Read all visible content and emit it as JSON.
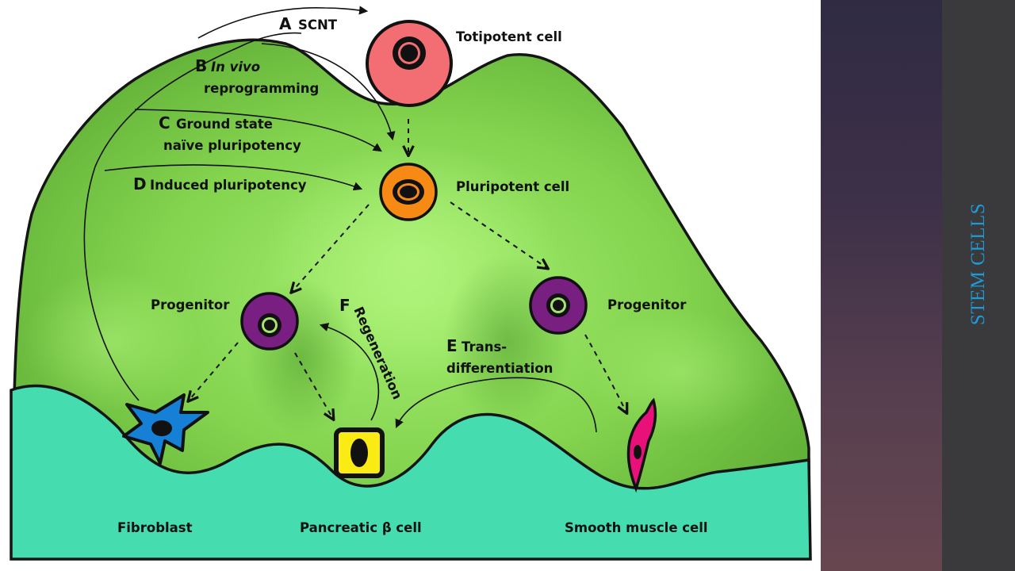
{
  "slide": {
    "side_title": "STEM CELLS",
    "colors": {
      "accent": "#1e9bd7",
      "side_panel_top": "#2f2b43",
      "side_panel_bottom": "#684650",
      "side_bar": "#3a3a3c",
      "landscape_green": "#7dc94a",
      "ground_teal": "#45ddb0"
    }
  },
  "diagram": {
    "cells": {
      "totipotent": "Totipotent cell",
      "pluripotent": "Pluripotent cell",
      "progenitor_left": "Progenitor",
      "progenitor_right": "Progenitor",
      "fibroblast": "Fibroblast",
      "pancreatic": "Pancreatic β cell",
      "smooth_muscle": "Smooth muscle cell"
    },
    "processes": {
      "a_letter": "A",
      "a_text": "SCNT",
      "b_letter": "B",
      "b_line1": "In vivo",
      "b_line2": "reprogramming",
      "c_letter": "C",
      "c_line1": "Ground state",
      "c_line2": "naïve pluripotency",
      "d_letter": "D",
      "d_text": "Induced pluripotency",
      "e_letter": "E",
      "e_line1": "Trans-",
      "e_line2": "differentiation",
      "f_letter": "F",
      "f_text": "Regeneration"
    },
    "icons": [
      "totipotent-cell-icon",
      "pluripotent-cell-icon",
      "progenitor-cell-icon",
      "fibroblast-cell-icon",
      "beta-cell-icon",
      "smooth-muscle-cell-icon"
    ]
  }
}
